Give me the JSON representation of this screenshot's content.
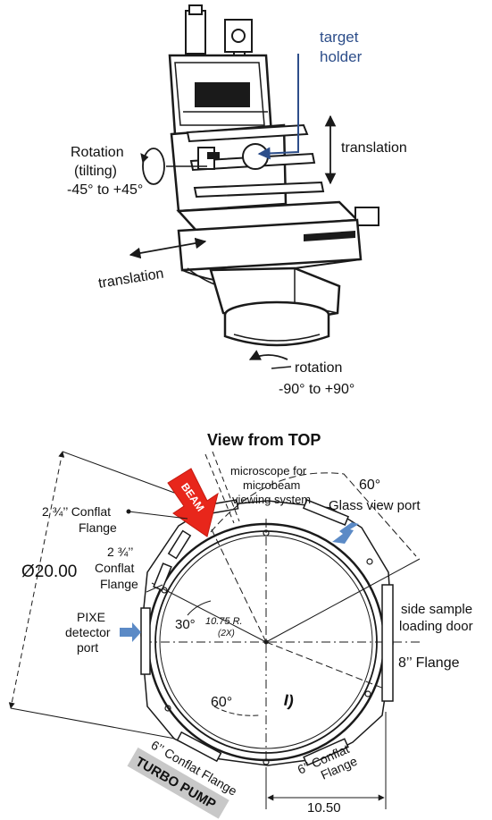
{
  "top_diagram": {
    "target_holder": [
      "target",
      "holder"
    ],
    "translation_vertical": "translation",
    "rotation_tilting": [
      "Rotation",
      "(tilting)",
      "-45° to +45°"
    ],
    "translation_horizontal": "translation",
    "rotation_base": [
      "rotation",
      "-90° to +90°"
    ]
  },
  "bottom_diagram": {
    "title": "View from TOP",
    "microscope": [
      "microscope for",
      "microbeam",
      "viewing system"
    ],
    "beam": "BEAM",
    "glass_view_port": "Glass view port",
    "angle_top": "60°",
    "conflat_flange_1": [
      "2 ¾’’ Conflat",
      "Flange"
    ],
    "conflat_flange_2": [
      "2 ¾’’",
      "Conflat",
      "Flange"
    ],
    "diameter": "Ø20.00",
    "pixe": [
      "PIXE",
      "detector",
      "port"
    ],
    "angle_30": "30°",
    "radius_note": [
      "10.75 R.",
      "(2X)"
    ],
    "angle_60": "60°",
    "side_door": [
      "side sample",
      "loading door"
    ],
    "flange_8": "8’’ Flange",
    "conflat_6_left": "6’’ Conflat Flange",
    "conflat_6_right": [
      "6’’ Conflat",
      "Flange"
    ],
    "turbo_pump": "TURBO PUMP",
    "dim_10_50": "10.50",
    "center_mark": "I)"
  },
  "colors": {
    "label_blue": "#2d4e8a",
    "arrow_blue": "#5b8ac6",
    "beam_red": "#e8261b",
    "turbo_gray": "#c8c8c8"
  }
}
